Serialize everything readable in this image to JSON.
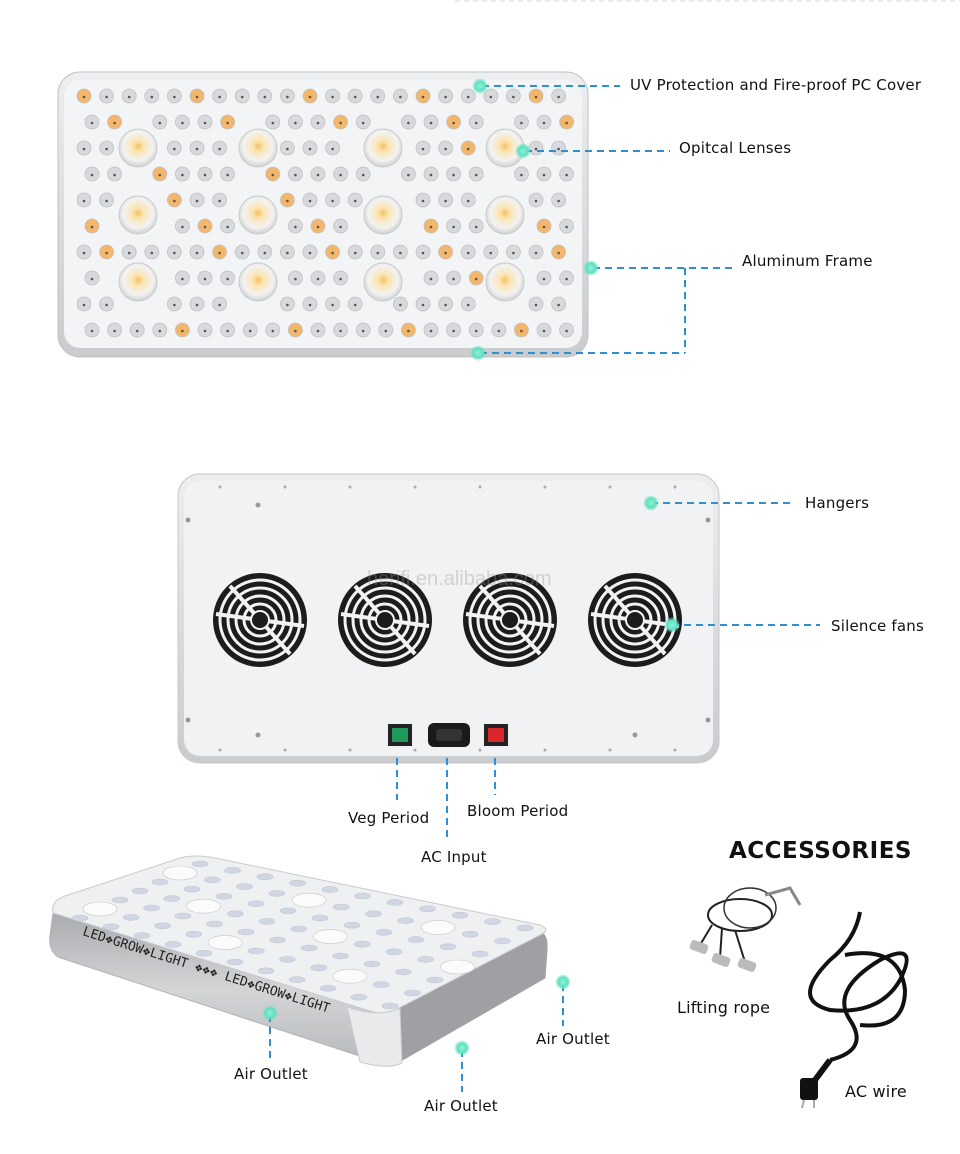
{
  "colors": {
    "callout_line": "#2f8fd0",
    "callout_dot": "#5fe0c0",
    "frame": "#d9dbde",
    "panel": "#f2f3f4",
    "led_warm": "#f3b66a",
    "led_white": "#d7d9dc",
    "veg_switch": "#1e9a5a",
    "bloom_switch": "#d8262a"
  },
  "front_view": {
    "callouts": [
      {
        "label": "UV Protection and Fire-proof PC Cover"
      },
      {
        "label": "Opitcal Lenses"
      },
      {
        "label": "Aluminum Frame"
      }
    ]
  },
  "back_view": {
    "watermark": "herifi.en.alibaba.com",
    "callouts": [
      {
        "label": "Hangers"
      },
      {
        "label": "Silence fans"
      },
      {
        "label": "Veg Period"
      },
      {
        "label": "AC Input"
      },
      {
        "label": "Bloom Period"
      }
    ]
  },
  "side_view": {
    "side_text": "LED❖GROW❖LIGHT ❖❖❖ LED❖GROW❖LIGHT",
    "callouts": [
      {
        "label": "Air Outlet"
      },
      {
        "label": "Air Outlet"
      },
      {
        "label": "Air Outlet"
      }
    ]
  },
  "accessories": {
    "title": "ACCESSORIES",
    "items": [
      {
        "label": "Lifting rope",
        "icon": "lifting-rope-icon"
      },
      {
        "label": "AC wire",
        "icon": "ac-wire-icon"
      }
    ]
  }
}
